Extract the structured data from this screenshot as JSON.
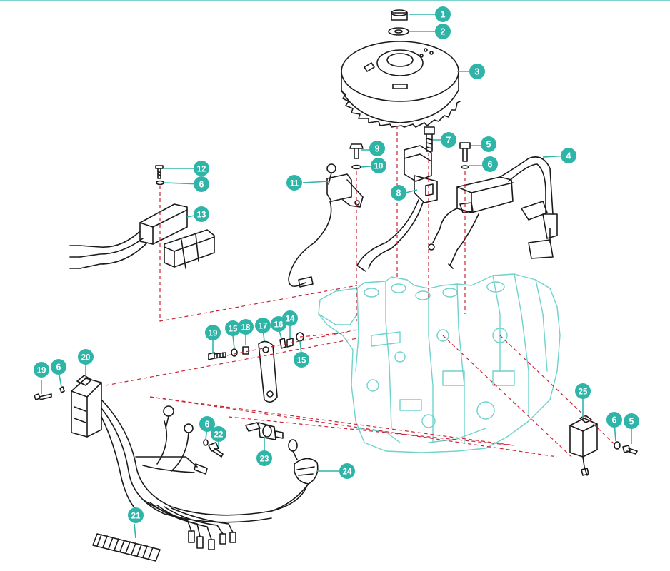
{
  "colors": {
    "callout_fill": "#2fb5a8",
    "callout_text": "#ffffff",
    "leader_line": "#2fb5a8",
    "dashed_guide": "#cc2233",
    "line_art": "#1a1a1a",
    "block_outline": "#6fd2cc"
  },
  "callouts": [
    {
      "id": "c1",
      "label": "1"
    },
    {
      "id": "c2",
      "label": "2"
    },
    {
      "id": "c3",
      "label": "3"
    },
    {
      "id": "c4",
      "label": "4"
    },
    {
      "id": "c5a",
      "label": "5"
    },
    {
      "id": "c6a",
      "label": "6"
    },
    {
      "id": "c7",
      "label": "7"
    },
    {
      "id": "c8",
      "label": "8"
    },
    {
      "id": "c9",
      "label": "9"
    },
    {
      "id": "c10",
      "label": "10"
    },
    {
      "id": "c11",
      "label": "11"
    },
    {
      "id": "c12",
      "label": "12"
    },
    {
      "id": "c6b",
      "label": "6"
    },
    {
      "id": "c13",
      "label": "13"
    },
    {
      "id": "c19a",
      "label": "19"
    },
    {
      "id": "c15a",
      "label": "15"
    },
    {
      "id": "c18",
      "label": "18"
    },
    {
      "id": "c17",
      "label": "17"
    },
    {
      "id": "c16",
      "label": "16"
    },
    {
      "id": "c14",
      "label": "14"
    },
    {
      "id": "c15b",
      "label": "15"
    },
    {
      "id": "c20",
      "label": "20"
    },
    {
      "id": "c19b",
      "label": "19"
    },
    {
      "id": "c6c",
      "label": "6"
    },
    {
      "id": "c6d",
      "label": "6"
    },
    {
      "id": "c22",
      "label": "22"
    },
    {
      "id": "c23",
      "label": "23"
    },
    {
      "id": "c24",
      "label": "24"
    },
    {
      "id": "c21",
      "label": "21"
    },
    {
      "id": "c25",
      "label": "25"
    },
    {
      "id": "c6e",
      "label": "6"
    },
    {
      "id": "c5b",
      "label": "5"
    }
  ]
}
